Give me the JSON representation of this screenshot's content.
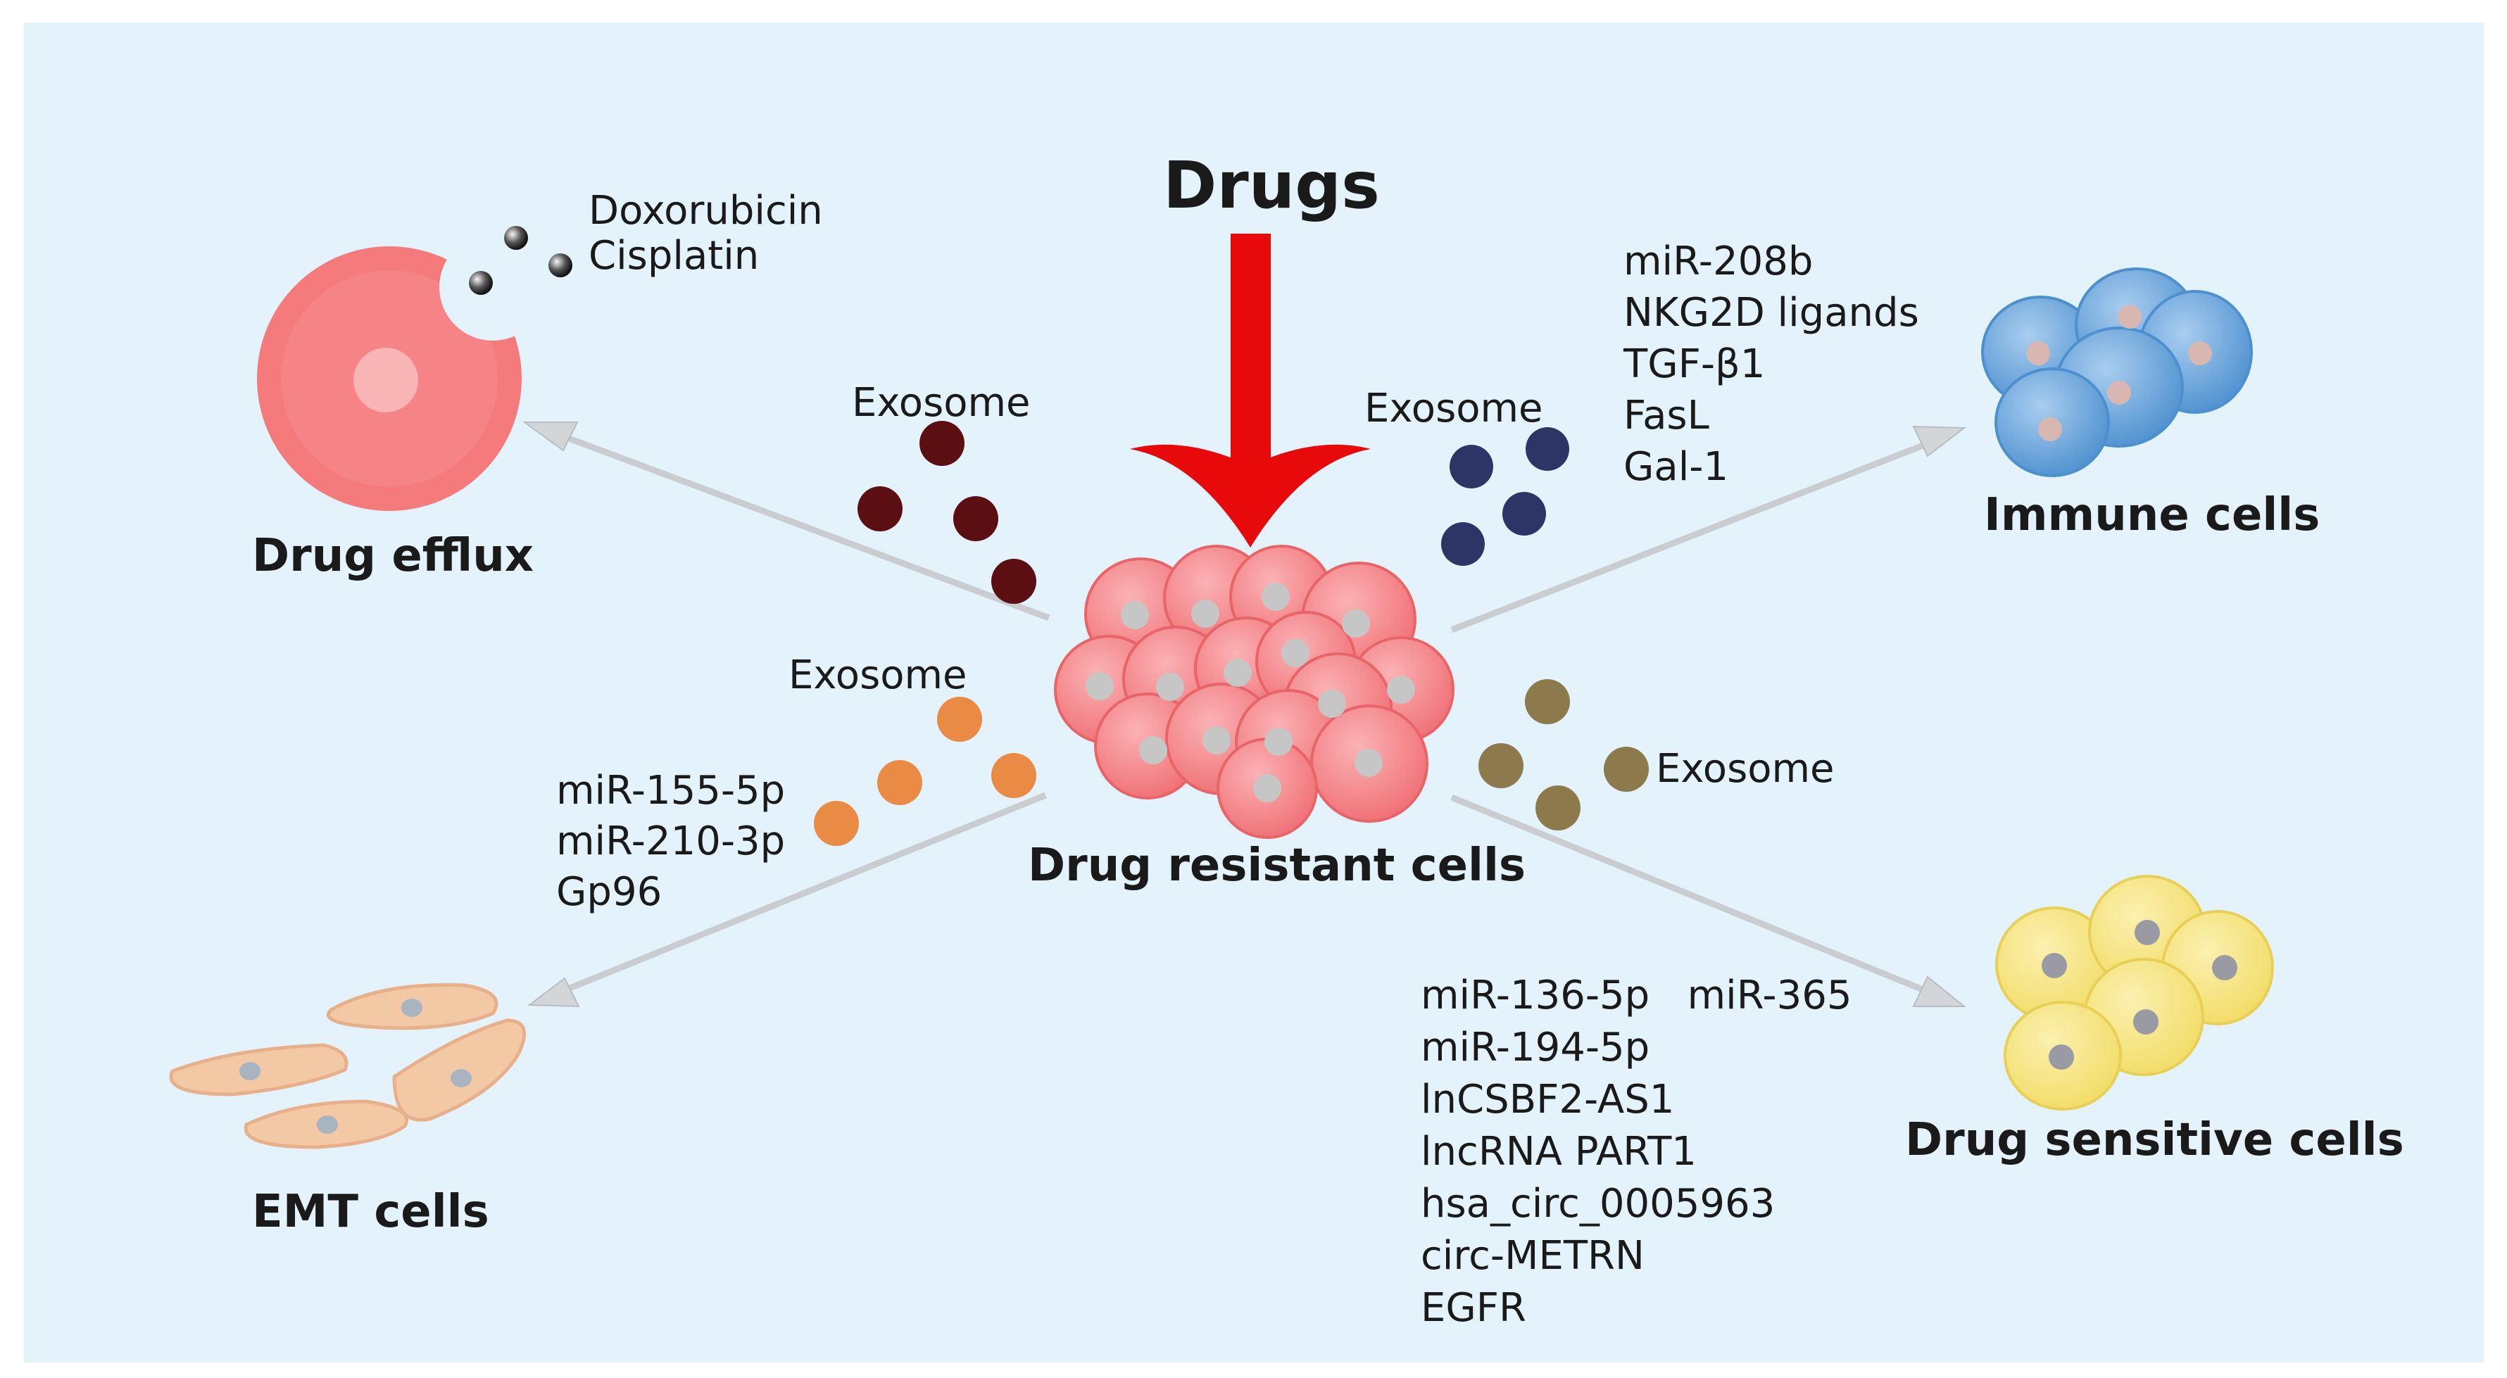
{
  "title": "Drugs",
  "center_label": "Drug resistant cells",
  "efflux": {
    "label": "Drug efflux",
    "drugs": [
      "Doxorubicin",
      "Cisplatin"
    ]
  },
  "immune": {
    "label": "Immune cells",
    "exosome_label": "Exosome",
    "cargo": [
      "miR-208b",
      "NKG2D ligands",
      "TGF-β1",
      "FasL",
      "Gal-1"
    ]
  },
  "efflux_exosome_label": "Exosome",
  "emt": {
    "label": "EMT cells",
    "exosome_label": "Exosome",
    "cargo": [
      "miR-155-5p",
      "miR-210-3p",
      "Gp96"
    ]
  },
  "sensitive": {
    "label": "Drug sensitive cells",
    "exosome_label": "Exosome",
    "cargo": [
      "miR-136-5p   miR-365",
      "miR-194-5p",
      "lnCSBF2-AS1",
      "lncRNA PART1",
      "hsa_circ_0005963",
      "circ-METRN",
      "EGFR"
    ]
  },
  "colors": {
    "background": "#e4f3fb",
    "arrow_red": "#e8090a",
    "resistant_cell": "#f4868a",
    "efflux_cell": "#f47a7c",
    "immune_cell": "#5d9fd8",
    "sensitive_cell": "#f5e27a",
    "emt_cell": "#f3c8a4",
    "exosome_dark_red": "#5c0f12",
    "exosome_navy": "#2d3566",
    "exosome_orange": "#e98a45",
    "exosome_olive": "#8c7a4d",
    "arrow_gray": "#c7cbd0"
  }
}
